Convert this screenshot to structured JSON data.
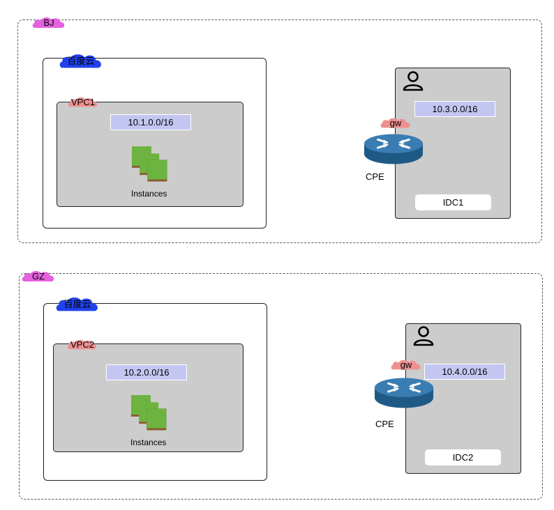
{
  "colors": {
    "region_tag": "#e561e0",
    "cloud_tag": "#2142ea",
    "vpc_tag": "#ef8f8f",
    "gw_tag": "#ef8f8f",
    "box_fill": "#cccccc",
    "cidr_fill": "#c4c6f2",
    "router_blue": "#2c6c9c",
    "instance_green": "#6db33f"
  },
  "regions": [
    {
      "name": "BJ",
      "cloud": {
        "name": "百度云",
        "vpc": {
          "name": "VPC1",
          "cidr": "10.1.0.0/16",
          "instances_label": "Instances"
        }
      },
      "idc": {
        "name": "IDC1",
        "cidr": "10.3.0.0/16",
        "gw_label": "gw",
        "cpe_label": "CPE",
        "user_icon": "user-icon"
      }
    },
    {
      "name": "GZ",
      "cloud": {
        "name": "百度云",
        "vpc": {
          "name": "VPC2",
          "cidr": "10.2.0.0/16",
          "instances_label": "Instances"
        }
      },
      "idc": {
        "name": "IDC2",
        "cidr": "10.4.0.0/16",
        "gw_label": "gw",
        "cpe_label": "CPE",
        "user_icon": "user-icon"
      }
    }
  ]
}
